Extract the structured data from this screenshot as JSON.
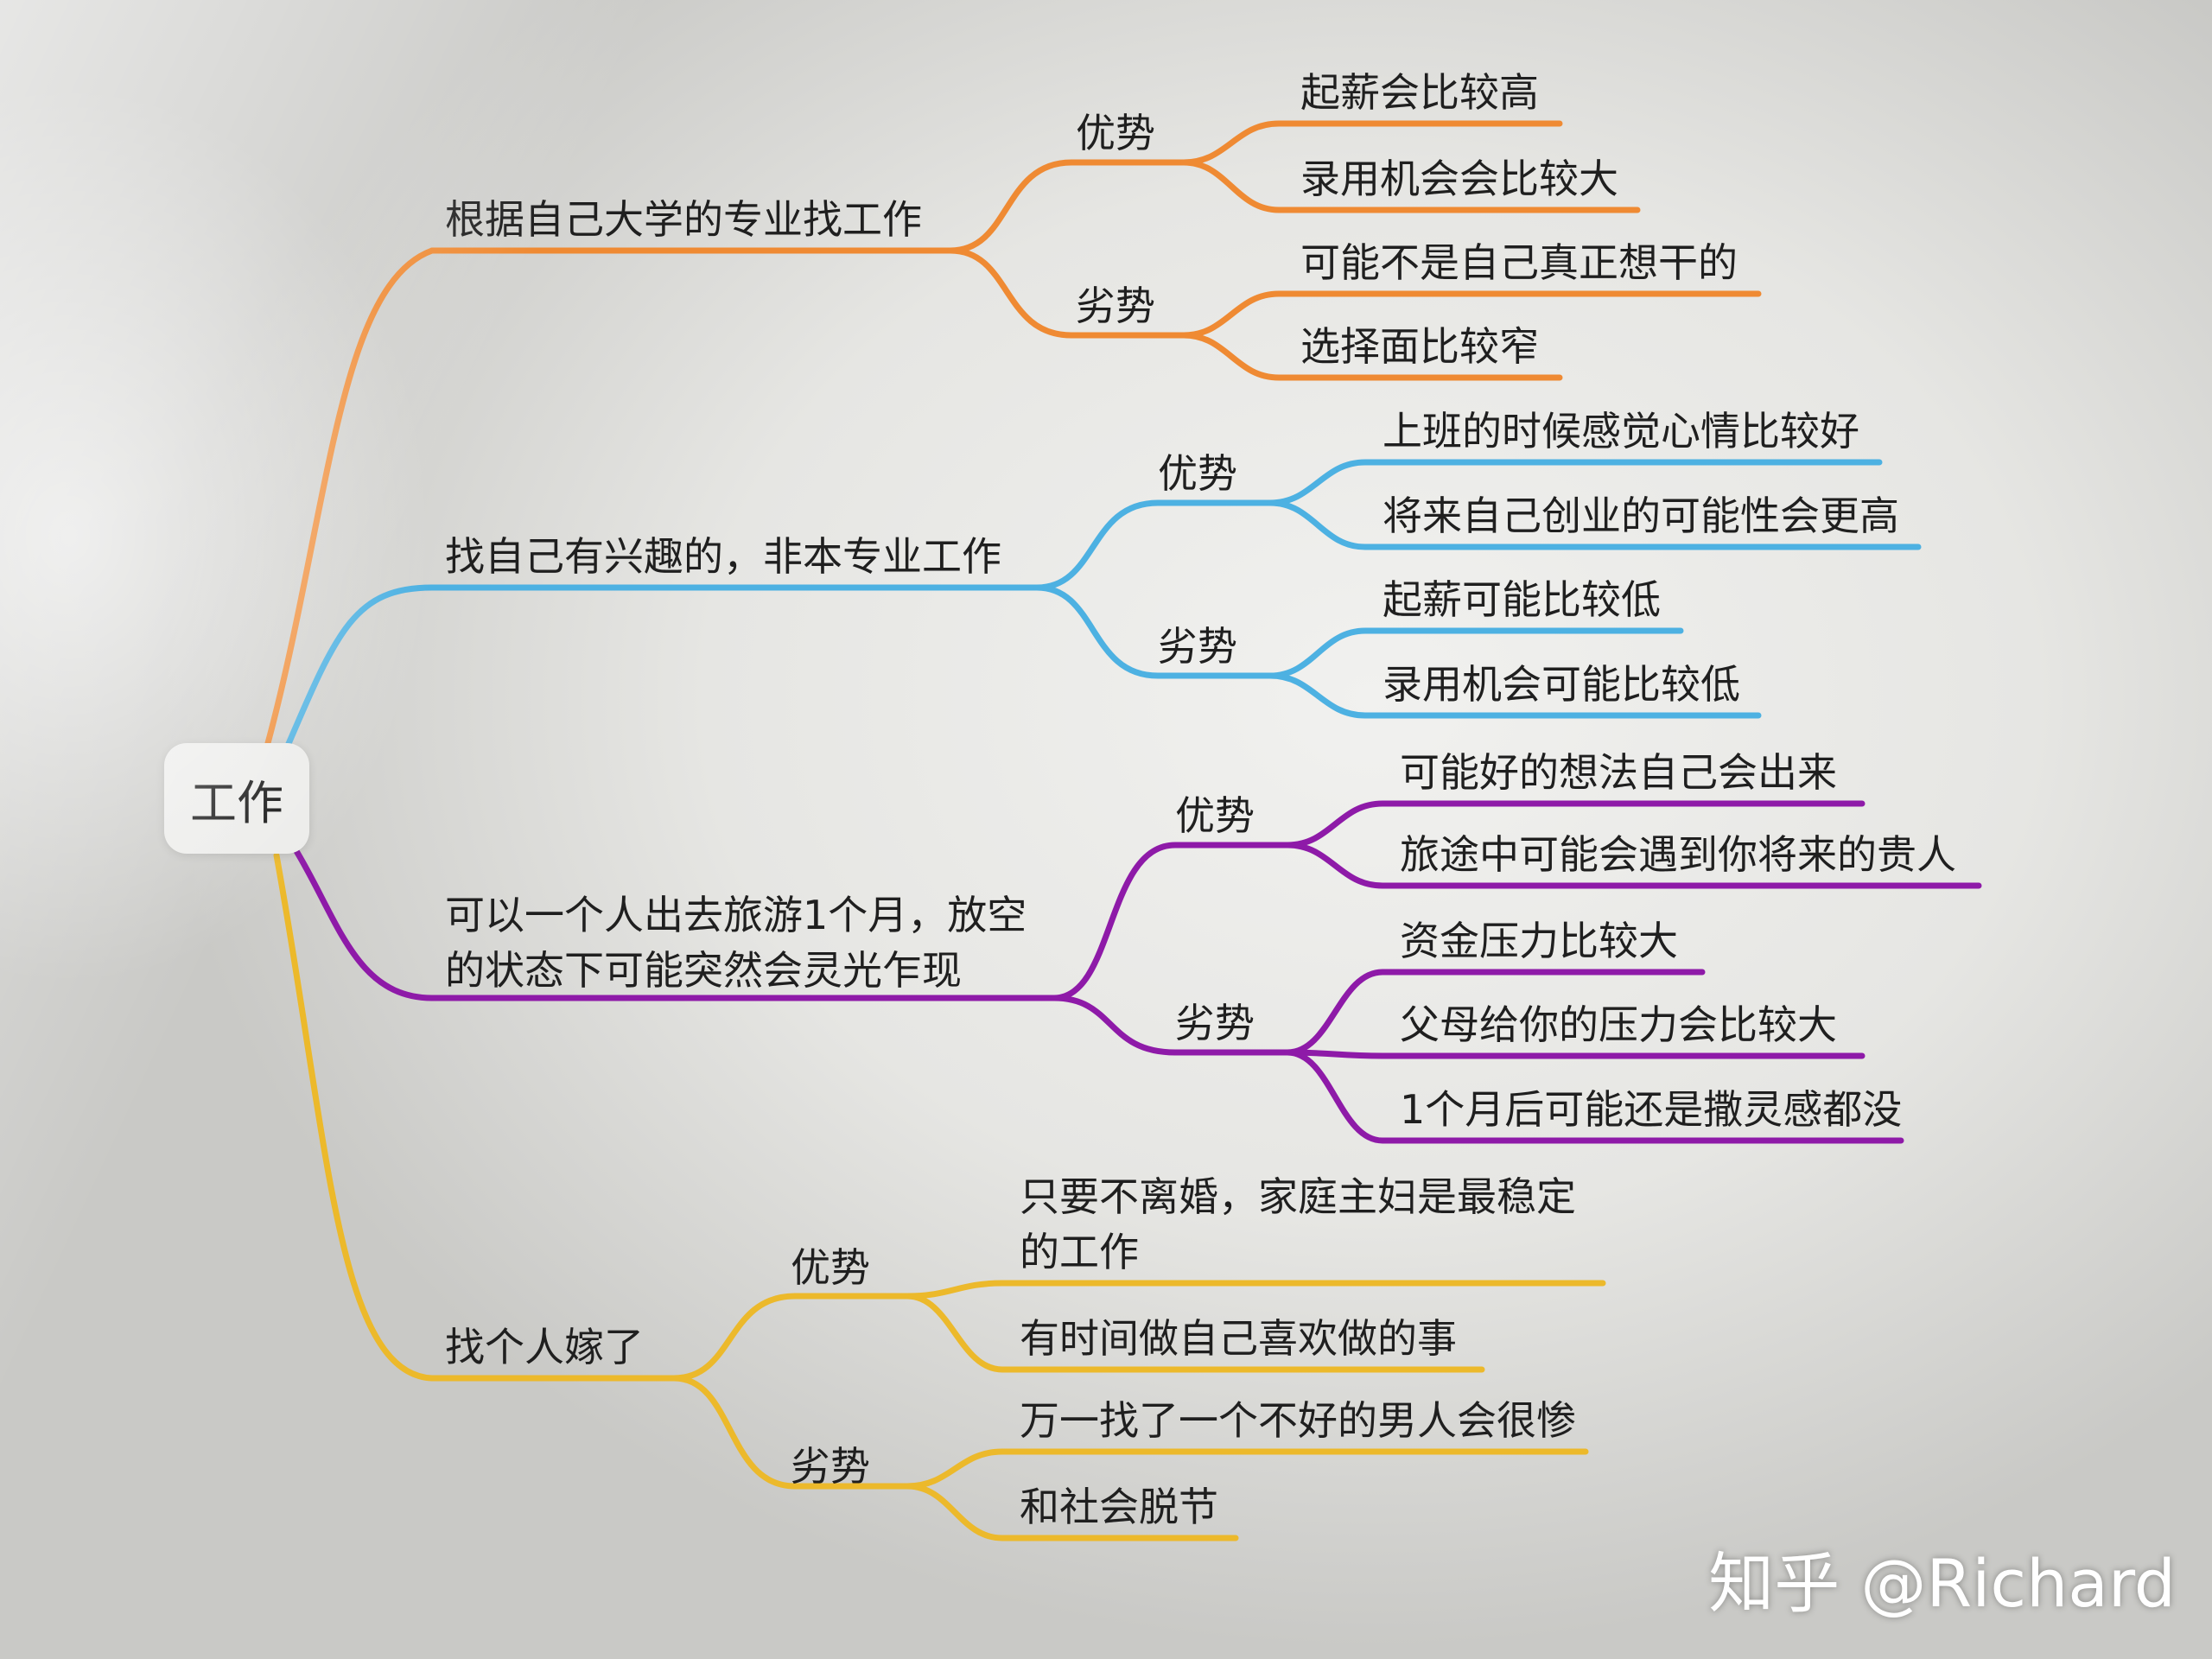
{
  "root": {
    "label": "工作"
  },
  "colors": {
    "b1": "#ef8a33",
    "b2": "#4db1e2",
    "b3": "#8e1aa8",
    "b4": "#ecb92b"
  },
  "branches": [
    {
      "label": "根据自己大学的专业找工作",
      "pros": {
        "label": "优势",
        "items": [
          "起薪会比较高",
          "录用机会会比较大"
        ]
      },
      "cons": {
        "label": "劣势",
        "items": [
          "可能不是自己真正想干的",
          "选择面比较窄"
        ]
      }
    },
    {
      "label": "找自己有兴趣的，非本专业工作",
      "pros": {
        "label": "优势",
        "items": [
          "上班的时候感觉心情比较好",
          "将来自己创业的可能性会更高"
        ]
      },
      "cons": {
        "label": "劣势",
        "items": [
          "起薪可能比较低",
          "录用机会可能比较低"
        ]
      }
    },
    {
      "label": "可以一个人出去旅游1个月，放空的状态下可能突然会灵光乍现",
      "pros": {
        "label": "优势",
        "items": [
          "可能好的想法自己会出来",
          "旅途中可能会遇到你将来的贵人"
        ]
      },
      "cons": {
        "label": "劣势",
        "items": [
          "资金压力比较大",
          "父母给你的压力会比较大",
          "1个月后可能还是撒灵感都没"
        ]
      }
    },
    {
      "label": "找个人嫁了",
      "pros": {
        "label": "优势",
        "items": [
          "只要不离婚，家庭主妇是最稳定的工作",
          "有时间做自己喜欢做的事"
        ]
      },
      "cons": {
        "label": "劣势",
        "items": [
          "万一找了一个不好的男人会很惨",
          "和社会脱节"
        ]
      }
    }
  ],
  "watermark": "知乎 @Richard"
}
